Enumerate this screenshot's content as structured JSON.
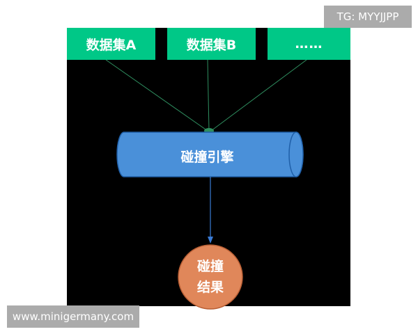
{
  "watermarks": {
    "telegram": "TG: MYYJJPP",
    "site": "www.minigermany.com"
  },
  "sources": [
    {
      "label": "数据集A"
    },
    {
      "label": "数据集B"
    },
    {
      "label": "……"
    }
  ],
  "engine": {
    "label": "碰撞引擎"
  },
  "result": {
    "line1": "碰撞",
    "line2": "结果"
  },
  "colors": {
    "background": "#000000",
    "source_box": "#00c887",
    "connector": "#2f8f60",
    "engine_fill": "#4a90d9",
    "engine_border": "#1f5fa8",
    "output_arrow": "#3a7bd5",
    "result_fill": "#e0875a",
    "result_border": "#b85e34"
  }
}
